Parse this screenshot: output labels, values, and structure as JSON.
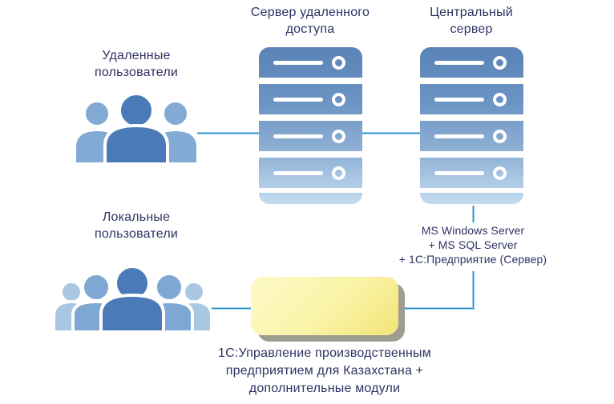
{
  "diagram": {
    "remote_access_server": {
      "label": [
        "Сервер удаленного",
        "доступа"
      ]
    },
    "central_server": {
      "label": [
        "Центральный",
        "сервер"
      ],
      "note": [
        "MS Windows Server",
        "+ MS SQL Server",
        "+ 1С:Предприятие (Сервер)"
      ]
    },
    "remote_users": {
      "label": [
        "Удаленные",
        "пользователи"
      ]
    },
    "local_users": {
      "label": [
        "Локальные",
        "пользователи"
      ]
    },
    "application_block": {
      "note": [
        "1С:Управление производственным",
        "предприятием для Казахстана +",
        "дополнительные модули"
      ]
    }
  },
  "colors": {
    "text_navy": "#2e3364",
    "connector_blue": "#1e86c8",
    "server_gradient_top": "#5a83b7",
    "server_gradient_bottom": "#c3dbf0",
    "person_center_blue": "#4a7ab8",
    "person_mid_blue": "#7fa7d3",
    "person_outer_blue": "#a9c7e3",
    "app_box_yellow_light": "#fdf9c8",
    "app_box_yellow_dark": "#f2e478",
    "app_box_shadow_gray": "#9d9d90",
    "background": "#ffffff"
  }
}
